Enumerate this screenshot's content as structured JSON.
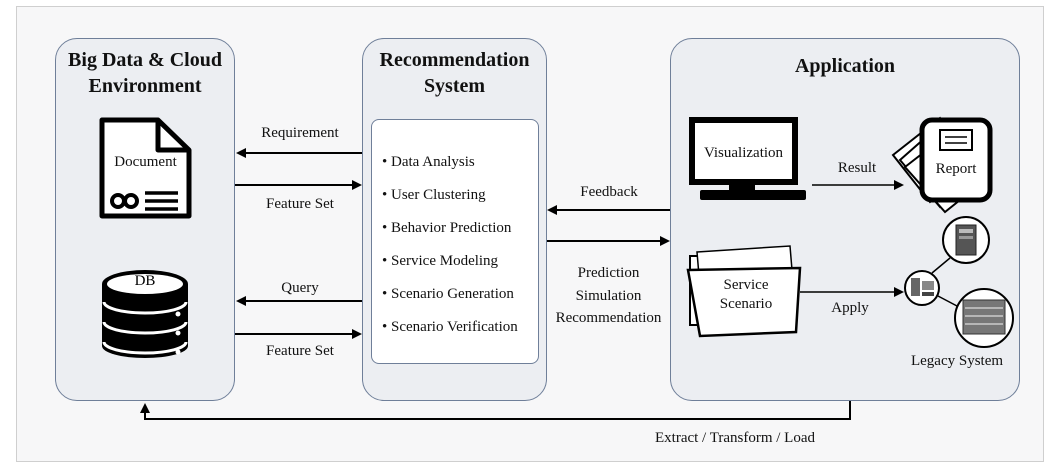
{
  "panels": {
    "big_data": {
      "title_line1": "Big Data & Cloud",
      "title_line2": "Environment"
    },
    "recommendation": {
      "title_line1": "Recommendation",
      "title_line2": "System"
    },
    "application": {
      "title": "Application"
    }
  },
  "icons": {
    "document_label": "Document",
    "db_label": "DB",
    "visualization_label": "Visualization",
    "report_label": "Report",
    "service_scenario_line1": "Service",
    "service_scenario_line2": "Scenario",
    "legacy_label": "Legacy System"
  },
  "features": [
    "• Data Analysis",
    "• User Clustering",
    "• Behavior Prediction",
    "• Service Modeling",
    "• Scenario Generation",
    "• Scenario Verification"
  ],
  "arrows": {
    "requirement": "Requirement",
    "feature_set_1": "Feature Set",
    "query": "Query",
    "feature_set_2": "Feature Set",
    "feedback": "Feedback",
    "prediction": "Prediction",
    "simulation": "Simulation",
    "recommendation": "Recommendation",
    "result": "Result",
    "apply": "Apply",
    "etl": "Extract / Transform / Load"
  }
}
